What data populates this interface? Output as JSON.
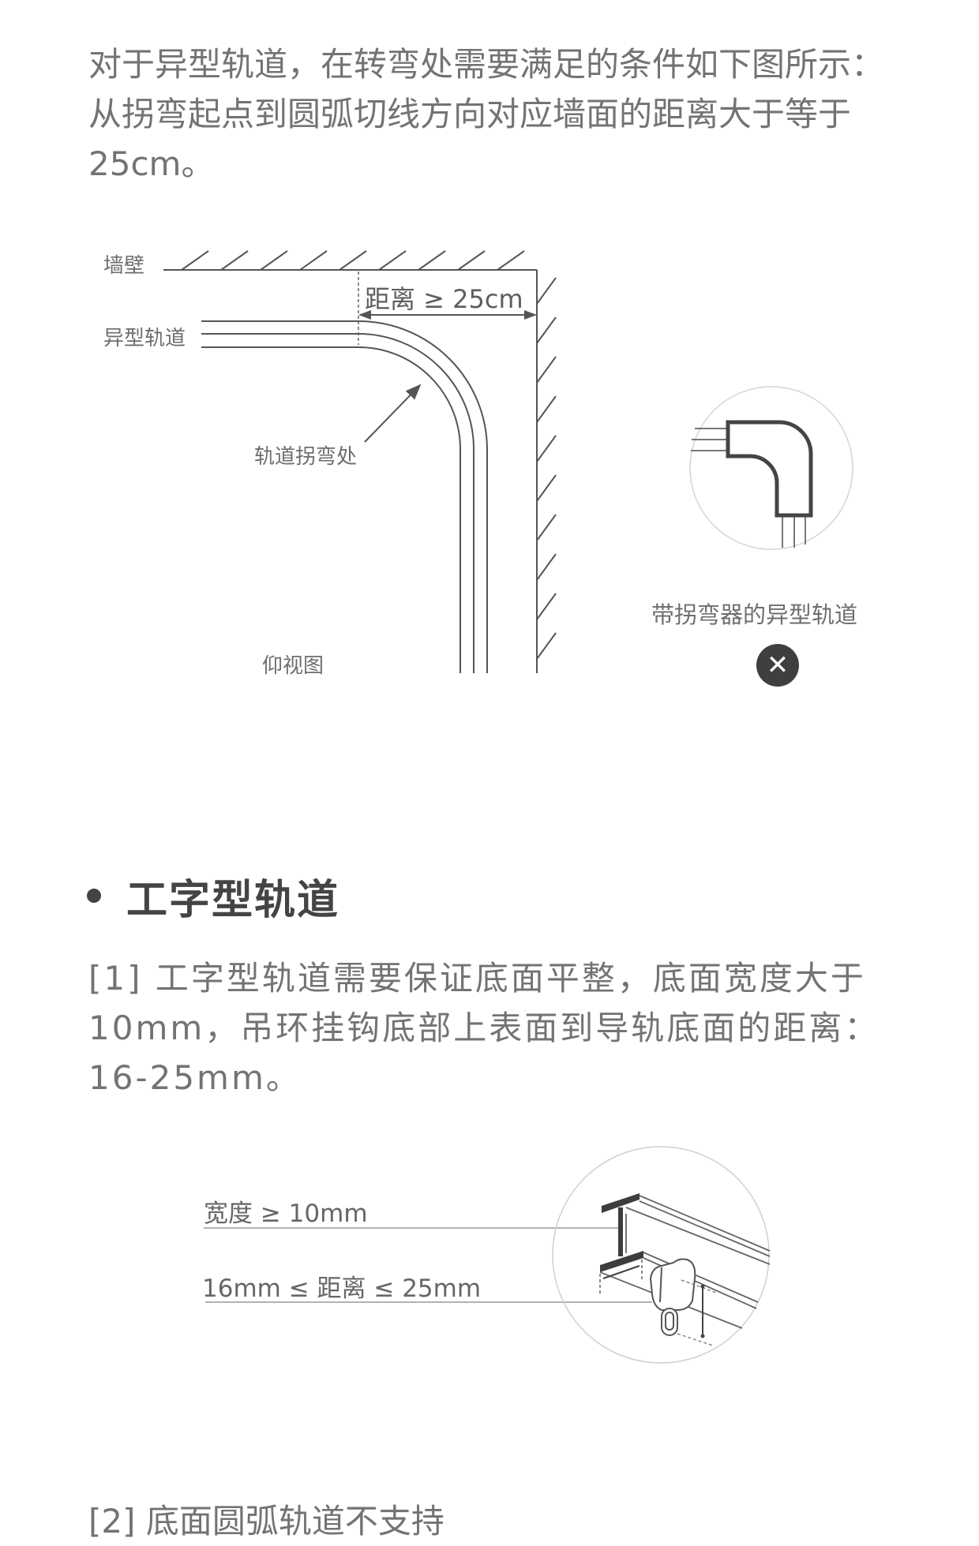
{
  "intro": {
    "lines": [
      "对于异型轨道，在转弯处需要满足的条件如下图所示：",
      "从拐弯起点到圆弧切线方向对应墙面的距离大于等于",
      "25cm。"
    ]
  },
  "curved_track_diagram": {
    "wall_label": "墙壁",
    "track_label": "异型轨道",
    "distance_label": "距离 ≥ 25cm",
    "bend_label": "轨道拐弯处",
    "view_label": "仰视图"
  },
  "elbow_example": {
    "caption": "带拐弯器的异型轨道",
    "status_icon": "close-icon",
    "status_glyph": "✕",
    "status_color": "#3f3f3f"
  },
  "section": {
    "bullet": "•",
    "title": "工字型轨道"
  },
  "i_track": {
    "item1_lines": [
      "[1] 工字型轨道需要保证底面平整，底面宽度大于",
      "10mm，吊环挂钩底部上表面到导轨底面的距离：",
      "16-25mm。"
    ],
    "width_label": "宽度 ≥ 10mm",
    "distance_label": "16mm ≤ 距离 ≤ 25mm"
  },
  "item2": {
    "text": "[2] 底面圆弧轨道不支持"
  }
}
